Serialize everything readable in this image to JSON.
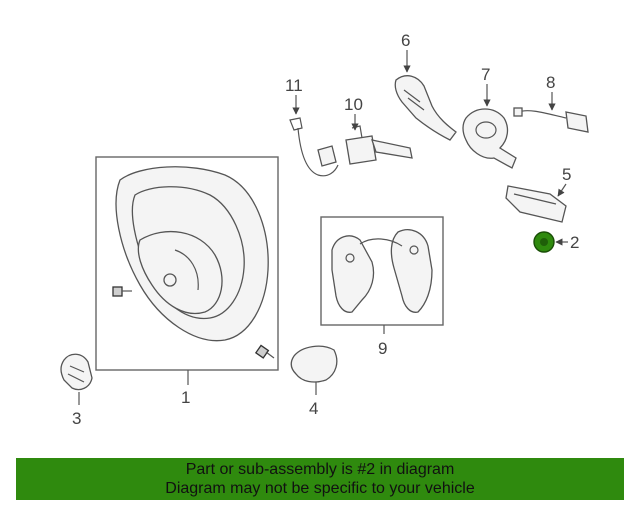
{
  "callouts": {
    "c1": "1",
    "c2": "2",
    "c3": "3",
    "c4": "4",
    "c5": "5",
    "c6": "6",
    "c7": "7",
    "c8": "8",
    "c9": "9",
    "c10": "10",
    "c11": "11"
  },
  "banner": {
    "line1": "Part or sub-assembly is #2 in diagram",
    "line2": "Diagram may not be specific to your vehicle"
  },
  "colors": {
    "banner_bg": "#2f8a0e",
    "highlight_part": "#2f8a0e"
  }
}
